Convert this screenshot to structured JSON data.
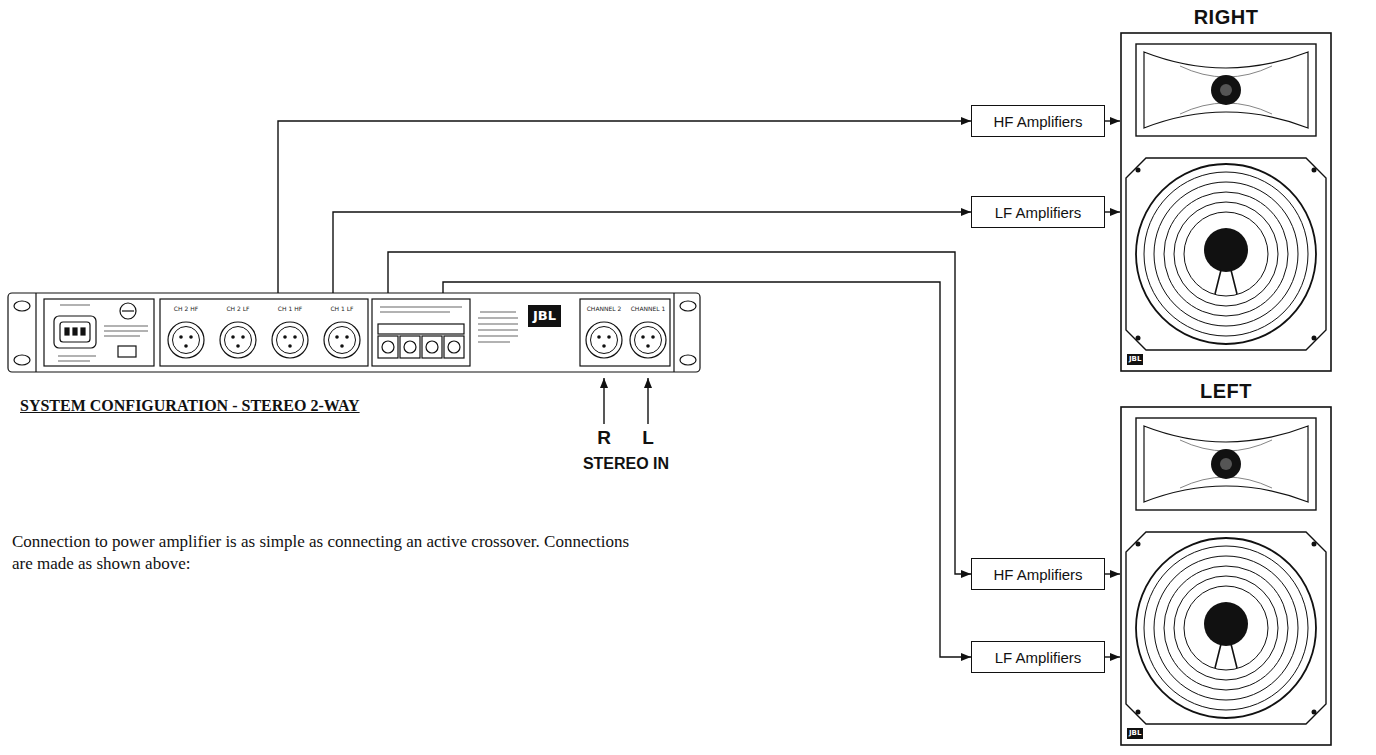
{
  "diagram": {
    "title": "SYSTEM CONFIGURATION - STEREO 2-WAY",
    "caption": "Connection to power amplifier is as simple as connecting an active crossover. Connections are made as shown above:",
    "nodes": [
      {
        "text": [
          "JBL"
        ]
      },
      {
        "text": [
          "HF Amplifiers"
        ]
      },
      {
        "text": [
          "LF Amplifiers"
        ]
      },
      {
        "text": [
          "HF Amplifiers"
        ]
      },
      {
        "text": [
          "LF Amplifiers"
        ]
      },
      {
        "text": [
          "RIGHT",
          "JBL"
        ]
      },
      {
        "text": [
          "LEFT",
          "JBL"
        ]
      }
    ],
    "edges": [
      {
        "from": 0,
        "to": 1,
        "arrow": "to"
      },
      {
        "from": 0,
        "to": 2,
        "arrow": "to"
      },
      {
        "from": 0,
        "to": 3,
        "arrow": "to"
      },
      {
        "from": 0,
        "to": 4,
        "arrow": "to"
      },
      {
        "from": 1,
        "to": 5,
        "arrow": "to"
      },
      {
        "from": 2,
        "to": 5,
        "arrow": "to"
      },
      {
        "from": 3,
        "to": 6,
        "arrow": "to"
      },
      {
        "from": 4,
        "to": 6,
        "arrow": "to"
      }
    ],
    "labels": [
      "CH 2 HF",
      "CH 2 LF",
      "CH 1 HF",
      "CH 1 LF",
      "CHANNEL 2",
      "CHANNEL 1",
      "R",
      "L",
      "STEREO IN"
    ]
  }
}
